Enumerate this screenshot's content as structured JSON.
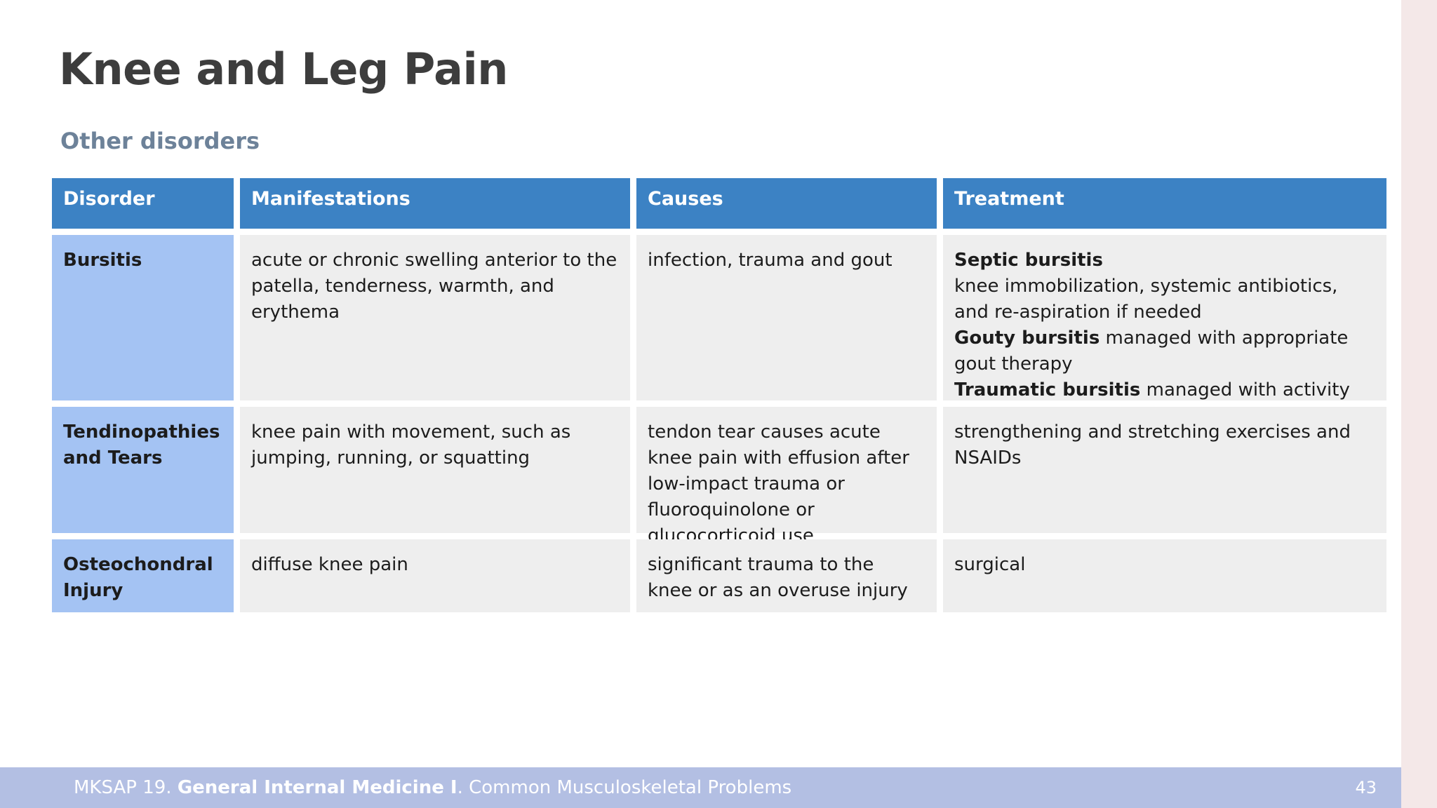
{
  "slide": {
    "title": "Knee and Leg Pain",
    "subtitle": "Other disorders",
    "page_number": "43",
    "colors": {
      "title": "#3d3d3d",
      "subtitle": "#6d8299",
      "header_blue": "#3c82c4",
      "first_column_blue": "#a4c3f3",
      "cell_gray": "#eeeeee",
      "footer_bar": "#b3bfe3",
      "edge_strip_pink": "#f4e8e8"
    }
  },
  "table": {
    "headers": [
      "Disorder",
      "Manifestations",
      "Causes",
      "Treatment"
    ],
    "rows": [
      {
        "disorder": "Bursitis",
        "manifestations": "acute or chronic swelling anterior to the patella, tenderness, warmth, and erythema",
        "causes": "infection, trauma and gout",
        "treatment_runs": [
          {
            "text": "Septic bursitis",
            "bold": true
          },
          {
            "text": "\n",
            "bold": false
          },
          {
            "text": "knee immobilization, systemic antibiotics, and re-aspiration if needed",
            "bold": false
          },
          {
            "text": "\n",
            "bold": false
          },
          {
            "text": "Gouty bursitis",
            "bold": true
          },
          {
            "text": " managed with appropriate gout therapy",
            "bold": false
          },
          {
            "text": "\n",
            "bold": false
          },
          {
            "text": "Traumatic bursitis",
            "bold": true
          },
          {
            "text": " managed with activity modification (avoidance of kneeling) and NSAID",
            "bold": false
          }
        ]
      },
      {
        "disorder": "Tendinopathies and Tears",
        "manifestations": "knee pain with movement, such as jumping, running, or squatting",
        "causes": "tendon tear causes acute knee pain with effusion after low-impact trauma or fluoroquinolone or glucocorticoid use",
        "treatment_runs": [
          {
            "text": "strengthening and stretching exercises and NSAIDs",
            "bold": false
          }
        ]
      },
      {
        "disorder": "Osteochondral Injury",
        "manifestations": "diffuse knee pain",
        "causes": "significant trauma to the knee or as an overuse injury",
        "treatment_runs": [
          {
            "text": "surgical",
            "bold": false
          }
        ]
      }
    ]
  },
  "footer": {
    "prefix": "MKSAP 19. ",
    "bold_part": "General Internal Medicine I",
    "suffix": ". Common Musculoskeletal Problems"
  }
}
